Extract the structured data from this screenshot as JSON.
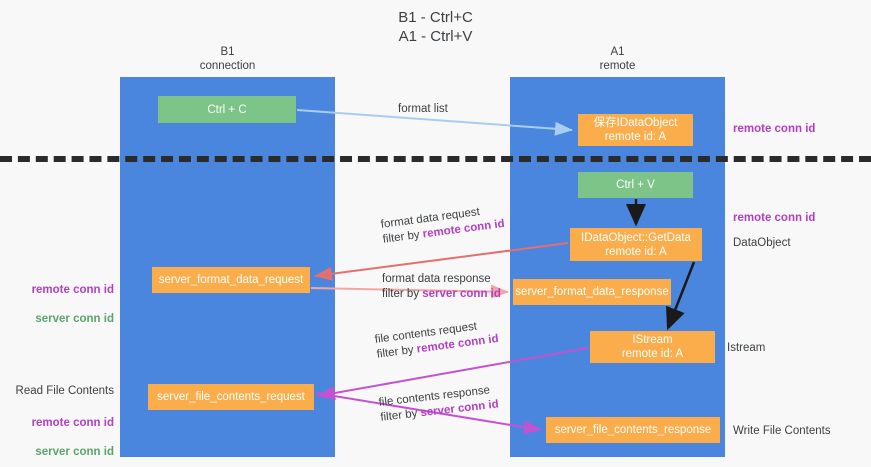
{
  "title": "B1 - Ctrl+C\nA1 - Ctrl+V",
  "columns": {
    "left": {
      "header": "B1\nconnection",
      "color": "#4a86dd"
    },
    "right": {
      "header": "A1\nremote",
      "color": "#4a86dd"
    }
  },
  "colors": {
    "lane": "#4a86dd",
    "green_box": "#7dc488",
    "orange_box": "#fbad4b",
    "remote_conn_id": "#b23fc3",
    "server_conn_id": "#5aa469",
    "arrow_format_list": "#a8cdf0",
    "arrow_format_data_request": "#e2706e",
    "arrow_format_data_response": "#f2a6a3",
    "arrow_file_contents": "#c452d0",
    "arrow_black": "#1a1a1a",
    "separator": "#2b2b2b",
    "background": "#f8f8f8"
  },
  "boxes": {
    "ctrl_c": "Ctrl + C",
    "ctrl_v": "Ctrl + V",
    "save_idataobject": "保存IDataObject\nremote id: A",
    "getdata": "IDataObject::GetData\nremote id: A",
    "server_format_data_request": "server_format_data_request",
    "server_format_data_response": "server_format_data_response",
    "istream": "IStream\nremote id: A",
    "server_file_contents_request": "server_file_contents_request",
    "server_file_contents_response": "server_file_contents_response"
  },
  "edge_labels": {
    "format_list": "format list",
    "format_data_request": "format data request",
    "format_data_request_filter_prefix": "filter by ",
    "format_data_request_filter_key": "remote conn id",
    "format_data_response": "format data response",
    "format_data_response_filter_prefix": "filter by ",
    "format_data_response_filter_key": "server conn id",
    "file_contents_request": "file contents request",
    "file_contents_request_filter_prefix": "filter by ",
    "file_contents_request_filter_key": "remote conn id",
    "file_contents_response": "file contents response",
    "file_contents_response_filter_prefix": "filter by ",
    "file_contents_response_filter_key": "server conn id"
  },
  "annotations": {
    "right_remote_conn_id_top": "remote conn id",
    "right_remote_conn_id_mid": "remote conn id",
    "dataobject": "DataObject",
    "istream": "Istream",
    "write_file_contents": "Write File Contents",
    "left_remote_conn_id": "remote conn id",
    "left_server_conn_id": "server conn id",
    "read_file_contents": "Read File Contents",
    "left_remote_conn_id_2": "remote conn id",
    "left_server_conn_id_2": "server conn id"
  }
}
